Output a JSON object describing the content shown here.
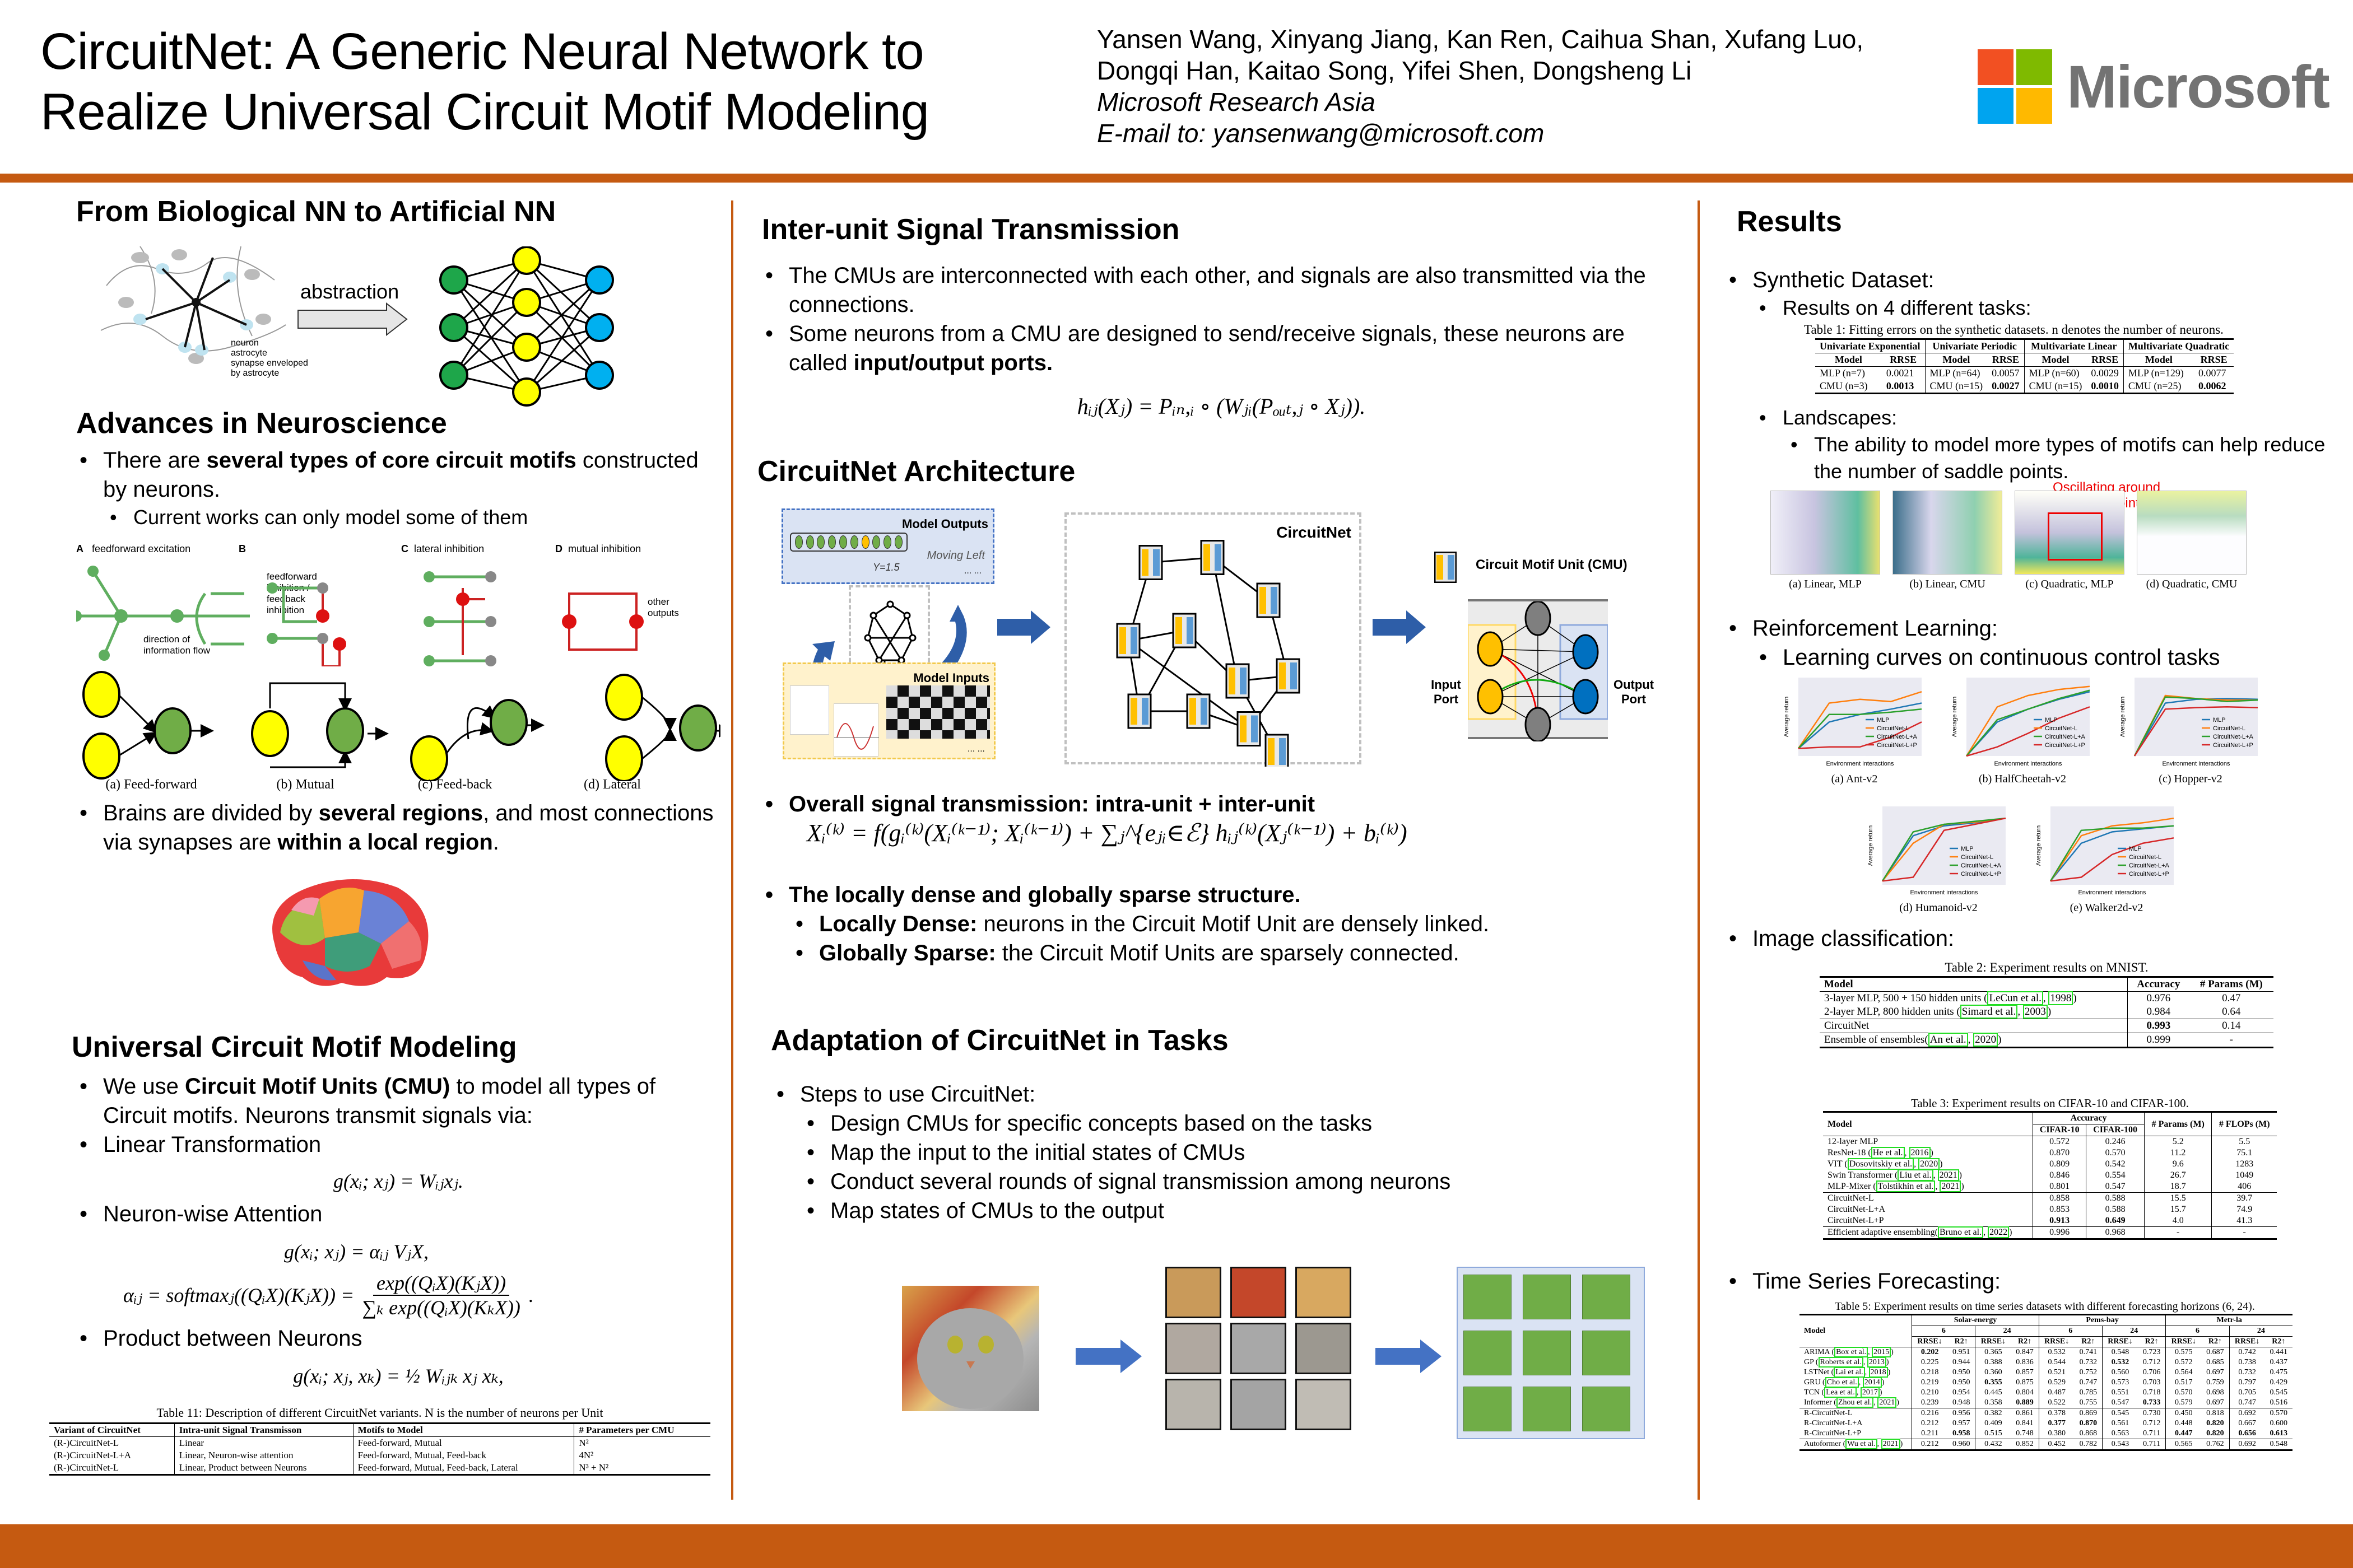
{
  "header": {
    "title_line1": "CircuitNet: A Generic Neural Network to",
    "title_line2": "Realize Universal Circuit Motif Modeling",
    "authors_line1": "Yansen Wang, Xinyang Jiang, Kan Ren, Caihua Shan, Xufang Luo,",
    "authors_line2": "Dongqi Han, Kaitao Song, Yifei Shen, Dongsheng Li",
    "affiliation": "Microsoft Research Asia",
    "email": "E-mail to: yansenwang@microsoft.com",
    "logo_text": "Microsoft",
    "logo_colors": [
      "#f25022",
      "#7fba00",
      "#00a4ef",
      "#ffb900"
    ]
  },
  "colors": {
    "accent": "#c55a11",
    "green_node": "#1ea64a",
    "yellow_node": "#ffff00",
    "blue_node": "#00b0f0",
    "motif_green": "#70ad47",
    "cite_box": "#22dd22"
  },
  "left": {
    "bio_title": "From Biological NN to Artificial NN",
    "abstraction_label": "abstraction",
    "bio_labels": [
      "neuron",
      "astrocyte",
      "synapse enveloped by astrocyte"
    ],
    "neuro_title": "Advances in Neuroscience",
    "neuro_bullet1_pre": "There are ",
    "neuro_bullet1_bold": "several types of core circuit motifs",
    "neuro_bullet1_post": " constructed by neurons.",
    "neuro_sub1": "Current works can only model some of them",
    "motif_panels": [
      {
        "letter": "A",
        "label": "feedforward excitation"
      },
      {
        "letter": "B",
        "label": "feedforward inhibition / feedback inhibition"
      },
      {
        "letter": "C",
        "label": "lateral inhibition"
      },
      {
        "letter": "D",
        "label": "mutual inhibition"
      }
    ],
    "motif_extra_labels": [
      "direction of information flow",
      "other outputs"
    ],
    "motif_captions": [
      "(a) Feed-forward",
      "(b) Mutual",
      "(c) Feed-back",
      "(d) Lateral"
    ],
    "brain_bullet_pre": "Brains are divided by ",
    "brain_bullet_bold1": "several regions",
    "brain_bullet_mid": ", and most connections via synapses are ",
    "brain_bullet_bold2": "within a local region",
    "brain_bullet_post": ".",
    "ucm_title": "Universal Circuit Motif Modeling",
    "ucm_bullet1_pre": "We use ",
    "ucm_bullet1_bold": "Circuit Motif Units (CMU)",
    "ucm_bullet1_post": " to model all types of Circuit motifs. Neurons transmit signals via:",
    "ucm_linear": "Linear Transformation",
    "eq_linear": "g(xᵢ; xⱼ) = Wᵢⱼxⱼ.",
    "ucm_attention": "Neuron-wise Attention",
    "eq_attn1": "g(xᵢ; xⱼ) = αᵢⱼ VⱼX,",
    "eq_attn2_lhs": "αᵢⱼ = softmaxⱼ((QᵢX)(KⱼX)) =",
    "eq_attn2_num": "exp((QᵢX)(KⱼX))",
    "eq_attn2_den": "∑ₖ exp((QᵢX)(KₖX))",
    "ucm_product": "Product between Neurons",
    "eq_product": "g(xᵢ; xⱼ, xₖ) = ½ Wᵢⱼₖ xⱼ xₖ,",
    "table11": {
      "caption": "Table 11: Description of different CircuitNet variants. N is the number of neurons per Unit",
      "headers": [
        "Variant of CircuitNet",
        "Intra-unit Signal Transmisson",
        "Motifs to Model",
        "# Parameters per CMU"
      ],
      "rows": [
        [
          "(R-)CircuitNet-L",
          "Linear",
          "Feed-forward, Mutual",
          "N²"
        ],
        [
          "(R-)CircuitNet-L+A",
          "Linear, Neuron-wise attention",
          "Feed-forward, Mutual, Feed-back",
          "4N²"
        ],
        [
          "(R-)CircuitNet-L",
          "Linear, Product between Neurons",
          "Feed-forward, Mutual, Feed-back, Lateral",
          "N³ + N²"
        ]
      ]
    }
  },
  "middle": {
    "inter_title": "Inter-unit Signal Transmission",
    "inter_bullet1": "The CMUs are interconnected with each other, and signals are also transmitted via the connections.",
    "inter_bullet2_pre": "Some neurons from a CMU are designed to send/receive signals, these neurons are called ",
    "inter_bullet2_bold": "input/output ports.",
    "eq_inter": "hᵢⱼ(Xⱼ) = Pᵢₙ,ᵢ ∘ (Wⱼᵢ(Pₒᵤₜ,ⱼ ∘ Xⱼ)).",
    "arch_title": "CircuitNet Architecture",
    "arch_labels": {
      "model_outputs": "Model Outputs",
      "moving_left": "Moving Left",
      "y_value": "Y=1.5",
      "ellipsis": "... ...",
      "model_inputs": "Model Inputs",
      "circuitnet": "CircuitNet",
      "cmu_legend": "Circuit Motif Unit (CMU)",
      "input_port": "Input Port",
      "output_port": "Output Port"
    },
    "overall_bullet": "Overall signal transmission: intra-unit + inter-unit",
    "eq_overall": "Xᵢ⁽ᵏ⁾ = f(gᵢ⁽ᵏ⁾(Xᵢ⁽ᵏ⁻¹⁾; Xᵢ⁽ᵏ⁻¹⁾) + ∑ⱼ^{eⱼᵢ∈ℰ} hᵢⱼ⁽ᵏ⁾(Xⱼ⁽ᵏ⁻¹⁾) + bᵢ⁽ᵏ⁾)",
    "sparse_bullet": "The locally dense and globally sparse structure.",
    "dense_bold": "Locally Dense:",
    "dense_text": " neurons in the Circuit Motif Unit are densely linked.",
    "sparse_bold": "Globally Sparse:",
    "sparse_text": " the Circuit Motif Units are sparsely connected.",
    "adapt_title": "Adaptation of CircuitNet in Tasks",
    "steps_intro": "Steps to use CircuitNet:",
    "steps": [
      "Design CMUs for specific concepts based on the tasks",
      "Map the input to the initial states of CMUs",
      "Conduct several rounds of signal transmission among neurons",
      "Map states of CMUs to the output"
    ]
  },
  "right": {
    "results_title": "Results",
    "synthetic": "Synthetic Dataset:",
    "synthetic_sub": "Results on 4 different tasks:",
    "table1": {
      "caption": "Table 1: Fitting errors on the synthetic datasets. n denotes the number of neurons.",
      "groups": [
        "Univariate Exponential",
        "Univariate Periodic",
        "Multivariate Linear",
        "Multivariate Quadratic"
      ],
      "subheaders": [
        "Model",
        "RRSE"
      ],
      "rows": [
        [
          "MLP (n=7)",
          "0.0021",
          "MLP (n=64)",
          "0.0057",
          "MLP (n=60)",
          "0.0029",
          "MLP (n=129)",
          "0.0077"
        ],
        [
          "CMU (n=3)",
          "0.0013",
          "CMU (n=15)",
          "0.0027",
          "CMU (n=15)",
          "0.0010",
          "CMU (n=25)",
          "0.0062"
        ]
      ]
    },
    "landscapes": "Landscapes:",
    "landscapes_sub": "The ability to model more types of motifs can help reduce the number of saddle points.",
    "saddle_annotation": "Oscillating around saddle points",
    "landscape_captions": [
      "(a) Linear, MLP",
      "(b) Linear, CMU",
      "(c) Quadratic, MLP",
      "(d) Quadratic, CMU"
    ],
    "rl": "Reinforcement Learning:",
    "rl_sub": "Learning curves on continuous control tasks",
    "rl_captions": [
      "(a) Ant-v2",
      "(b) HalfCheetah-v2",
      "(c) Hopper-v2",
      "(d) Humanoid-v2",
      "(e) Walker2d-v2"
    ],
    "rl_legend": [
      "MLP",
      "CircuitNet-L",
      "CircuitNet-L+A",
      "CircuitNet-L+P"
    ],
    "rl_xlabel": "Environment interactions",
    "rl_ylabel": "Average return",
    "image_cls": "Image classification:",
    "table2": {
      "caption": "Table 2: Experiment results on MNIST.",
      "headers": [
        "Model",
        "Accuracy",
        "# Params (M)"
      ],
      "rows": [
        {
          "pre": "3-layer MLP, 500 + 150 hidden units (",
          "cite": "LeCun et al.",
          "year": "1998",
          "post": ")",
          "acc": "0.976",
          "params": "0.47"
        },
        {
          "pre": "2-layer MLP, 800 hidden units (",
          "cite": "Simard et al.",
          "year": "2003",
          "post": ")",
          "acc": "0.984",
          "params": "0.64"
        },
        {
          "pre": "CircuitNet",
          "cite": "",
          "year": "",
          "post": "",
          "acc": "0.993",
          "params": "0.14"
        },
        {
          "pre": "Ensemble of ensembles(",
          "cite": "An et al.",
          "year": "2020",
          "post": ")",
          "acc": "0.999",
          "params": "-"
        }
      ]
    },
    "table3": {
      "caption": "Table 3: Experiment results on CIFAR-10 and CIFAR-100.",
      "headers": [
        "Model",
        "Accuracy",
        "CIFAR-10",
        "CIFAR-100",
        "# Params (M)",
        "# FLOPs (M)"
      ],
      "rows": [
        {
          "name": "12-layer MLP",
          "cite": "",
          "year": "",
          "v": [
            "0.572",
            "0.246",
            "5.2",
            "5.5"
          ]
        },
        {
          "name": "ResNet-18 (",
          "cite": "He et al.",
          "year": "2016",
          "v": [
            "0.870",
            "0.570",
            "11.2",
            "75.1"
          ]
        },
        {
          "name": "VIT (",
          "cite": "Dosovitskiy et al.",
          "year": "2020",
          "v": [
            "0.809",
            "0.542",
            "9.6",
            "1283"
          ]
        },
        {
          "name": "Swin Transformer (",
          "cite": "Liu et al.",
          "year": "2021",
          "v": [
            "0.846",
            "0.554",
            "26.7",
            "1049"
          ]
        },
        {
          "name": "MLP-Mixer (",
          "cite": "Tolstikhin et al.",
          "year": "2021",
          "v": [
            "0.801",
            "0.547",
            "18.7",
            "406"
          ]
        },
        {
          "name": "CircuitNet-L",
          "cite": "",
          "year": "",
          "v": [
            "0.858",
            "0.588",
            "15.5",
            "39.7"
          ]
        },
        {
          "name": "CircuitNet-L+A",
          "cite": "",
          "year": "",
          "v": [
            "0.853",
            "0.588",
            "15.7",
            "74.9"
          ]
        },
        {
          "name": "CircuitNet-L+P",
          "cite": "",
          "year": "",
          "v": [
            "0.913",
            "0.649",
            "4.0",
            "41.3"
          ]
        },
        {
          "name": "Efficient adaptive ensembling(",
          "cite": "Bruno et al.",
          "year": "2022",
          "v": [
            "0.996",
            "0.968",
            "-",
            "-"
          ]
        }
      ]
    },
    "ts": "Time Series Forecasting:",
    "table5": {
      "caption": "Table 5: Experiment results on time series datasets with different forecasting horizons (6, 24).",
      "datasets": [
        "Solar-energy",
        "Pems-bay",
        "Metr-la"
      ],
      "horizons": [
        "6",
        "24",
        "6",
        "24",
        "6",
        "24"
      ],
      "metrics": [
        "RRSE↓",
        "R2↑"
      ],
      "model_header": "Model",
      "rows": [
        {
          "name": "ARIMA (",
          "cite": "Box et al.",
          "year": "2015",
          "v": [
            "0.202",
            "0.951",
            "0.365",
            "0.847",
            "0.532",
            "0.741",
            "0.548",
            "0.723",
            "0.575",
            "0.687",
            "0.742",
            "0.441"
          ],
          "bold": [
            0
          ]
        },
        {
          "name": "GP (",
          "cite": "Roberts et al.",
          "year": "2013",
          "v": [
            "0.225",
            "0.944",
            "0.388",
            "0.836",
            "0.544",
            "0.732",
            "0.532",
            "0.712",
            "0.572",
            "0.685",
            "0.738",
            "0.437"
          ],
          "bold": [
            6
          ]
        },
        {
          "name": "LSTNet (",
          "cite": "Lai et al.",
          "year": "2018",
          "v": [
            "0.218",
            "0.950",
            "0.360",
            "0.857",
            "0.521",
            "0.752",
            "0.560",
            "0.706",
            "0.564",
            "0.697",
            "0.732",
            "0.475"
          ],
          "bold": []
        },
        {
          "name": "GRU (",
          "cite": "Cho et al.",
          "year": "2014",
          "v": [
            "0.219",
            "0.950",
            "0.355",
            "0.875",
            "0.529",
            "0.747",
            "0.573",
            "0.703",
            "0.517",
            "0.759",
            "0.797",
            "0.429"
          ],
          "bold": [
            2
          ]
        },
        {
          "name": "TCN (",
          "cite": "Lea et al.",
          "year": "2017",
          "v": [
            "0.210",
            "0.954",
            "0.445",
            "0.804",
            "0.487",
            "0.785",
            "0.551",
            "0.718",
            "0.570",
            "0.698",
            "0.705",
            "0.545"
          ],
          "bold": []
        },
        {
          "name": "Informer (",
          "cite": "Zhou et al.",
          "year": "2021",
          "v": [
            "0.239",
            "0.948",
            "0.358",
            "0.889",
            "0.522",
            "0.755",
            "0.547",
            "0.733",
            "0.579",
            "0.697",
            "0.747",
            "0.516"
          ],
          "bold": [
            3,
            7
          ]
        },
        {
          "name": "R-CircuitNet-L",
          "cite": "",
          "year": "",
          "v": [
            "0.216",
            "0.956",
            "0.382",
            "0.861",
            "0.378",
            "0.869",
            "0.545",
            "0.730",
            "0.450",
            "0.818",
            "0.692",
            "0.570"
          ],
          "bold": []
        },
        {
          "name": "R-CircuitNet-L+A",
          "cite": "",
          "year": "",
          "v": [
            "0.212",
            "0.957",
            "0.409",
            "0.841",
            "0.377",
            "0.870",
            "0.561",
            "0.712",
            "0.448",
            "0.820",
            "0.667",
            "0.600"
          ],
          "bold": [
            4,
            5,
            9
          ]
        },
        {
          "name": "R-CircuitNet-L+P",
          "cite": "",
          "year": "",
          "v": [
            "0.211",
            "0.958",
            "0.515",
            "0.748",
            "0.380",
            "0.868",
            "0.563",
            "0.711",
            "0.447",
            "0.820",
            "0.656",
            "0.613"
          ],
          "bold": [
            1,
            8,
            9,
            10,
            11
          ]
        },
        {
          "name": "Autoformer (",
          "cite": "Wu et al.",
          "year": "2021",
          "v": [
            "0.212",
            "0.960",
            "0.432",
            "0.852",
            "0.452",
            "0.782",
            "0.543",
            "0.711",
            "0.565",
            "0.762",
            "0.692",
            "0.548"
          ],
          "bold": []
        }
      ]
    }
  }
}
